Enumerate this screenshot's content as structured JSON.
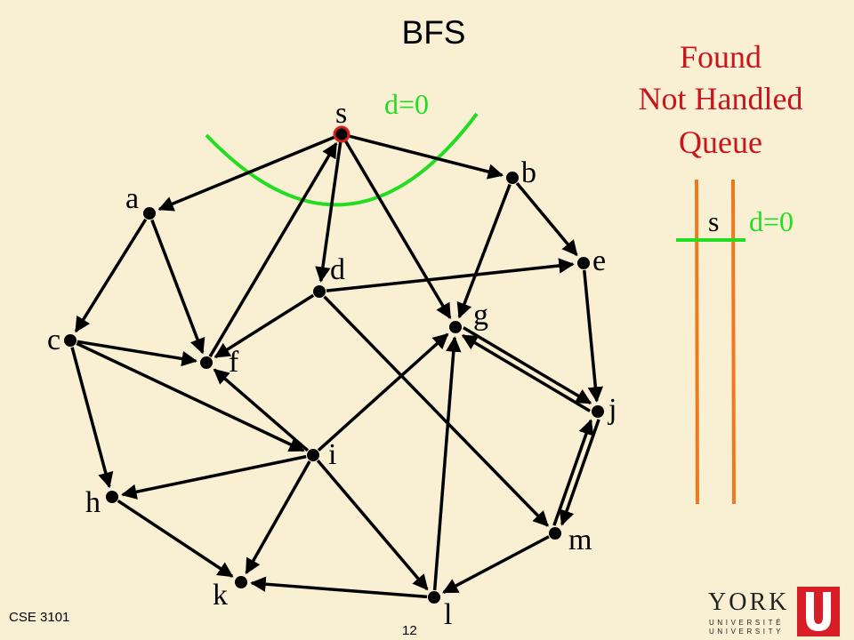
{
  "slide": {
    "title": "BFS",
    "footer_course": "CSE 3101",
    "page_number": "12"
  },
  "legend": {
    "found": "Found",
    "not_handled": "Not Handled",
    "queue": "Queue"
  },
  "queue_panel": {
    "entry_vertex": "s",
    "entry_distance": "d=0"
  },
  "frontier_label": "d=0",
  "colors": {
    "background": "#f9efd3",
    "legend_red": "#c8161d",
    "frontier_green": "#22dd22",
    "queue_orange": "#ee7a1e",
    "source_ring": "#d42020",
    "york_red": "#d71e26"
  },
  "graph": {
    "source": "s",
    "nodes": [
      "s",
      "a",
      "b",
      "c",
      "d",
      "e",
      "f",
      "g",
      "h",
      "i",
      "j",
      "k",
      "l",
      "m"
    ],
    "edges": [
      {
        "from": "s",
        "to": "a"
      },
      {
        "from": "s",
        "to": "b"
      },
      {
        "from": "s",
        "to": "d"
      },
      {
        "from": "s",
        "to": "g"
      },
      {
        "from": "f",
        "to": "s"
      },
      {
        "from": "a",
        "to": "c"
      },
      {
        "from": "a",
        "to": "f"
      },
      {
        "from": "b",
        "to": "e"
      },
      {
        "from": "b",
        "to": "g"
      },
      {
        "from": "c",
        "to": "f"
      },
      {
        "from": "c",
        "to": "i"
      },
      {
        "from": "c",
        "to": "h"
      },
      {
        "from": "d",
        "to": "e"
      },
      {
        "from": "d",
        "to": "f"
      },
      {
        "from": "d",
        "to": "m"
      },
      {
        "from": "e",
        "to": "j"
      },
      {
        "from": "g",
        "to": "j"
      },
      {
        "from": "j",
        "to": "g"
      },
      {
        "from": "i",
        "to": "g"
      },
      {
        "from": "i",
        "to": "f"
      },
      {
        "from": "i",
        "to": "h"
      },
      {
        "from": "i",
        "to": "k"
      },
      {
        "from": "i",
        "to": "l"
      },
      {
        "from": "h",
        "to": "k"
      },
      {
        "from": "l",
        "to": "k"
      },
      {
        "from": "l",
        "to": "g"
      },
      {
        "from": "m",
        "to": "l"
      },
      {
        "from": "j",
        "to": "m"
      },
      {
        "from": "m",
        "to": "j"
      }
    ]
  },
  "logo": {
    "wordmark": "YORK",
    "line1": "UNIVERSITÉ",
    "line2": "UNIVERSITY"
  }
}
